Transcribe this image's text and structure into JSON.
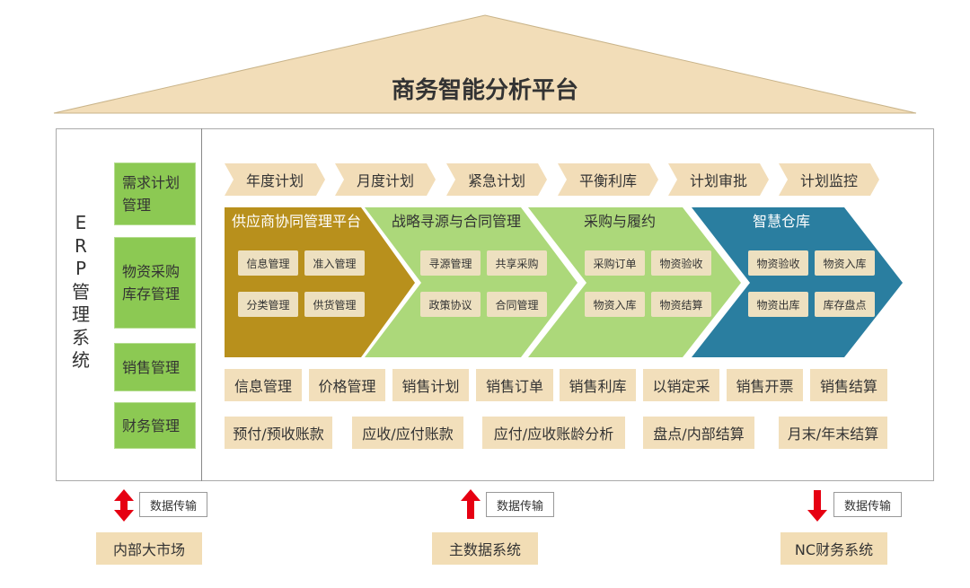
{
  "title": "商务智能分析平台",
  "erp": {
    "label_chars": [
      "E",
      "R",
      "P",
      "管",
      "理",
      "系",
      "统"
    ],
    "modules": [
      "需求计划管理",
      "物资采购库存管理",
      "销售管理",
      "财务管理"
    ]
  },
  "plan_steps": [
    "年度计划",
    "月度计划",
    "紧急计划",
    "平衡利库",
    "计划审批",
    "计划监控"
  ],
  "segments": [
    {
      "title": "供应商协同管理平台",
      "items": [
        "信息管理",
        "准入管理",
        "分类管理",
        "供货管理"
      ],
      "color": "#b8901c"
    },
    {
      "title": "战略寻源与合同管理",
      "items": [
        "寻源管理",
        "共享采购",
        "政策协议",
        "合同管理"
      ],
      "color": "#acd87a"
    },
    {
      "title": "采购与履约",
      "items": [
        "采购订单",
        "物资验收",
        "物资入库",
        "物资结算"
      ],
      "color": "#acd87a"
    },
    {
      "title": "智慧仓库",
      "items": [
        "物资验收",
        "物资入库",
        "物资出库",
        "库存盘点"
      ],
      "color": "#2a7ea0"
    }
  ],
  "sales_row": [
    "信息管理",
    "价格管理",
    "销售计划",
    "销售订单",
    "销售利库",
    "以销定采",
    "销售开票",
    "销售结算"
  ],
  "finance_row": [
    "预付/预收账款",
    "应收/应付账款",
    "应付/应收账龄分析",
    "盘点/内部结算",
    "月末/年末结算"
  ],
  "integrations": [
    {
      "transfer_label": "数据传输",
      "system": "内部大市场",
      "direction": "both"
    },
    {
      "transfer_label": "数据传输",
      "system": "主数据系统",
      "direction": "up"
    },
    {
      "transfer_label": "数据传输",
      "system": "NC财务系统",
      "direction": "down"
    }
  ],
  "colors": {
    "beige": "#f2ddb8",
    "green": "#8cc953",
    "arrow": "#e60012"
  }
}
